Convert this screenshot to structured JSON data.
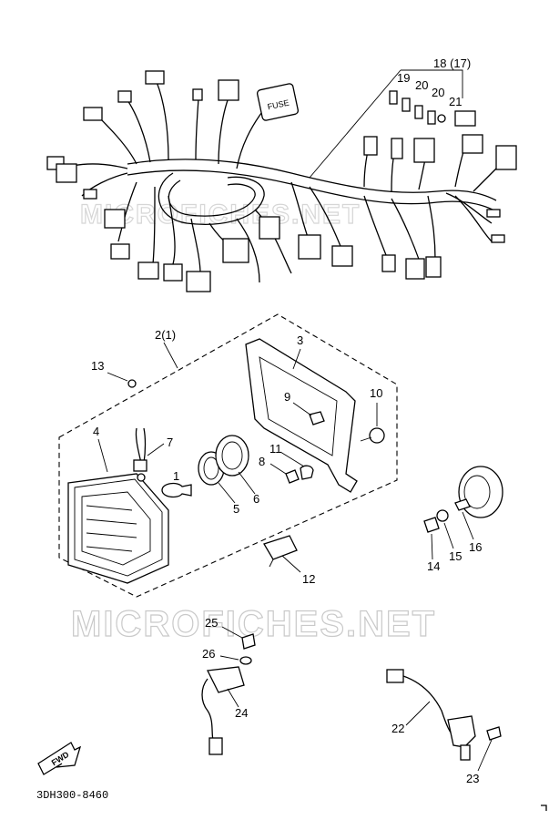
{
  "watermark": "MICROFICHES.NET",
  "diagram_code": "3DH300-8460",
  "fuse_label": "FUSE",
  "fwd_label": "FWD",
  "callouts": {
    "c1": "1",
    "c2": "2(1)",
    "c3": "3",
    "c4": "4",
    "c5": "5",
    "c6": "6",
    "c7": "7",
    "c8": "8",
    "c9": "9",
    "c10": "10",
    "c11": "11",
    "c12": "12",
    "c13": "13",
    "c14": "14",
    "c15": "15",
    "c16": "16",
    "c17": "18 (17)",
    "c19": "19",
    "c20a": "20",
    "c20b": "20",
    "c21": "21",
    "c22": "22",
    "c23": "23",
    "c24": "24",
    "c25": "25",
    "c26": "26"
  }
}
